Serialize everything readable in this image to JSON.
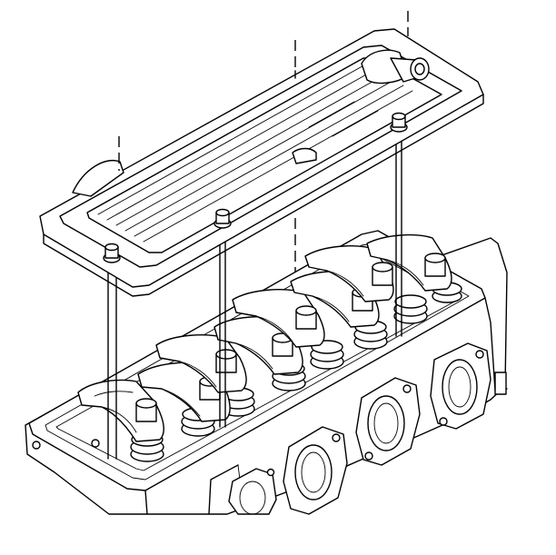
{
  "figure": {
    "kind": "exploded assembly line drawing",
    "parts": [
      {
        "id": "valve-cover",
        "icon": "valve-cover-icon"
      },
      {
        "id": "breather-tube",
        "icon": "breather-tube-icon"
      },
      {
        "id": "cover-bolts",
        "icon": "bolt-icon",
        "count": 4
      },
      {
        "id": "cylinder-head",
        "icon": "cylinder-head-icon"
      },
      {
        "id": "rocker-arms",
        "icon": "rocker-arm-icon",
        "count": 8
      },
      {
        "id": "valve-springs",
        "icon": "valve-spring-icon",
        "count": 8
      },
      {
        "id": "head-gasket-edge",
        "icon": "gasket-icon"
      },
      {
        "id": "exhaust-ports",
        "icon": "exhaust-port-icon",
        "count": 4
      }
    ],
    "colors": {
      "line": "#000000",
      "fill": "#ffffff"
    }
  }
}
